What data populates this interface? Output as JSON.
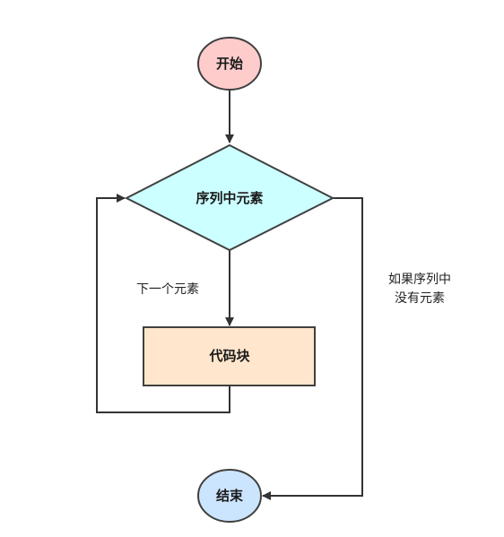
{
  "diagram": {
    "nodes": {
      "start": {
        "label": "开始",
        "shape": "ellipse",
        "fill": "#ffcccc"
      },
      "condition": {
        "label": "序列中元素",
        "shape": "diamond",
        "fill": "#ccffff"
      },
      "code_block": {
        "label": "代码块",
        "shape": "rectangle",
        "fill": "#ffe6cc"
      },
      "end": {
        "label": "结束",
        "shape": "ellipse",
        "fill": "#cce5ff"
      }
    },
    "edges": {
      "next_element": {
        "from": "condition",
        "to": "code_block",
        "label": "下一个元素"
      },
      "no_element": {
        "from": "condition",
        "to": "end",
        "label_lines": [
          "如果序列中",
          "没有元素"
        ]
      },
      "start_to_condition": {
        "from": "start",
        "to": "condition"
      },
      "loop_back": {
        "from": "code_block",
        "to": "condition"
      }
    },
    "colors": {
      "stroke": "#404040",
      "line": "#333333"
    }
  }
}
